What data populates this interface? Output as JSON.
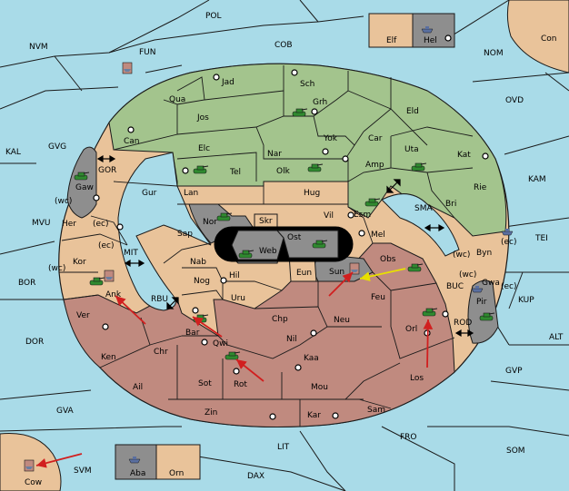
{
  "colors": {
    "sea": "#a9dbe8",
    "green": "#a3c48d",
    "tan": "#e9c39a",
    "red": "#c08a7f",
    "grey": "#8e8e8e",
    "border": "#1a1a1a",
    "army": "#2f8a2f",
    "order_red": "#d11f1f",
    "order_yellow": "#e8e000"
  },
  "sea_labels": [
    {
      "id": "pol",
      "text": "POL"
    },
    {
      "id": "nvm",
      "text": "NVM"
    },
    {
      "id": "fun",
      "text": "FUN"
    },
    {
      "id": "cob",
      "text": "COB"
    },
    {
      "id": "nom",
      "text": "NOM"
    },
    {
      "id": "con",
      "text": "Con"
    },
    {
      "id": "ovd",
      "text": "OVD"
    },
    {
      "id": "kal",
      "text": "KAL"
    },
    {
      "id": "gvg",
      "text": "GVG"
    },
    {
      "id": "gor",
      "text": "GOR"
    },
    {
      "id": "kam",
      "text": "KAM"
    },
    {
      "id": "sma",
      "text": "SMA"
    },
    {
      "id": "tei",
      "text": "TEI"
    },
    {
      "id": "mvu",
      "text": "MVU"
    },
    {
      "id": "mit",
      "text": "MIT"
    },
    {
      "id": "bor",
      "text": "BOR"
    },
    {
      "id": "rbu",
      "text": "RBU"
    },
    {
      "id": "buc",
      "text": "BUC"
    },
    {
      "id": "kup",
      "text": "KUP"
    },
    {
      "id": "alt",
      "text": "ALT"
    },
    {
      "id": "dor",
      "text": "DOR"
    },
    {
      "id": "rod",
      "text": "ROD"
    },
    {
      "id": "gvp",
      "text": "GVP"
    },
    {
      "id": "gva",
      "text": "GVA"
    },
    {
      "id": "fro",
      "text": "FRO"
    },
    {
      "id": "som",
      "text": "SOM"
    },
    {
      "id": "lit",
      "text": "LIT"
    },
    {
      "id": "svm",
      "text": "SVM"
    },
    {
      "id": "dax",
      "text": "DAX"
    }
  ],
  "land_labels": [
    {
      "id": "jad",
      "text": "Jad"
    },
    {
      "id": "sch",
      "text": "Sch"
    },
    {
      "id": "qua",
      "text": "Qua"
    },
    {
      "id": "grh",
      "text": "Grh"
    },
    {
      "id": "eld",
      "text": "Eld"
    },
    {
      "id": "jos",
      "text": "Jos"
    },
    {
      "id": "can",
      "text": "Can"
    },
    {
      "id": "yok",
      "text": "Yok"
    },
    {
      "id": "car",
      "text": "Car"
    },
    {
      "id": "elc",
      "text": "Elc"
    },
    {
      "id": "nar",
      "text": "Nar"
    },
    {
      "id": "uta",
      "text": "Uta"
    },
    {
      "id": "kat",
      "text": "Kat"
    },
    {
      "id": "olk",
      "text": "Olk"
    },
    {
      "id": "tel",
      "text": "Tel"
    },
    {
      "id": "amp",
      "text": "Amp"
    },
    {
      "id": "gaw",
      "text": "Gaw"
    },
    {
      "id": "gur",
      "text": "Gur"
    },
    {
      "id": "lan",
      "text": "Lan"
    },
    {
      "id": "hug",
      "text": "Hug"
    },
    {
      "id": "rie",
      "text": "Rie"
    },
    {
      "id": "bri",
      "text": "Bri"
    },
    {
      "id": "esm",
      "text": "Esm"
    },
    {
      "id": "vil",
      "text": "Vil"
    },
    {
      "id": "nor",
      "text": "Nor"
    },
    {
      "id": "skr",
      "text": "Skr"
    },
    {
      "id": "her",
      "text": "Her"
    },
    {
      "id": "sap",
      "text": "Sap"
    },
    {
      "id": "ost",
      "text": "Ost"
    },
    {
      "id": "web",
      "text": "Web"
    },
    {
      "id": "mel",
      "text": "Mel"
    },
    {
      "id": "byn",
      "text": "Byn"
    },
    {
      "id": "kor",
      "text": "Kor"
    },
    {
      "id": "obs",
      "text": "Obs"
    },
    {
      "id": "nab",
      "text": "Nab"
    },
    {
      "id": "eun",
      "text": "Eun"
    },
    {
      "id": "sun",
      "text": "Sun"
    },
    {
      "id": "hil",
      "text": "Hil"
    },
    {
      "id": "gwa",
      "text": "Gwa"
    },
    {
      "id": "nog",
      "text": "Nog"
    },
    {
      "id": "ank",
      "text": "Ank"
    },
    {
      "id": "feu",
      "text": "Feu"
    },
    {
      "id": "pir",
      "text": "Pir"
    },
    {
      "id": "uru",
      "text": "Uru"
    },
    {
      "id": "ver",
      "text": "Ver"
    },
    {
      "id": "chp",
      "text": "Chp"
    },
    {
      "id": "neu",
      "text": "Neu"
    },
    {
      "id": "orl",
      "text": "Orl"
    },
    {
      "id": "bar",
      "text": "Bar"
    },
    {
      "id": "qwi",
      "text": "Qwi"
    },
    {
      "id": "nil",
      "text": "Nil"
    },
    {
      "id": "chr",
      "text": "Chr"
    },
    {
      "id": "ken",
      "text": "Ken"
    },
    {
      "id": "kaa",
      "text": "Kaa"
    },
    {
      "id": "los",
      "text": "Los"
    },
    {
      "id": "sot",
      "text": "Sot"
    },
    {
      "id": "rot",
      "text": "Rot"
    },
    {
      "id": "ail",
      "text": "Ail"
    },
    {
      "id": "mou",
      "text": "Mou"
    },
    {
      "id": "sam",
      "text": "Sam"
    },
    {
      "id": "zin",
      "text": "Zin"
    },
    {
      "id": "kar",
      "text": "Kar"
    },
    {
      "id": "elf",
      "text": "Elf"
    },
    {
      "id": "hel",
      "text": "Hel"
    },
    {
      "id": "aba",
      "text": "Aba"
    },
    {
      "id": "orn",
      "text": "Orn"
    },
    {
      "id": "cow",
      "text": "Cow"
    }
  ],
  "coast_labels": [
    {
      "id": "wc1",
      "text": "(wc)"
    },
    {
      "id": "ec1",
      "text": "(ec)"
    },
    {
      "id": "ec2",
      "text": "(ec)"
    },
    {
      "id": "wc2",
      "text": "(wc)"
    },
    {
      "id": "wc3",
      "text": "(wc)"
    },
    {
      "id": "ec3",
      "text": "(ec)"
    },
    {
      "id": "ec4",
      "text": "(ec)"
    },
    {
      "id": "wc4",
      "text": "(wc)"
    }
  ]
}
